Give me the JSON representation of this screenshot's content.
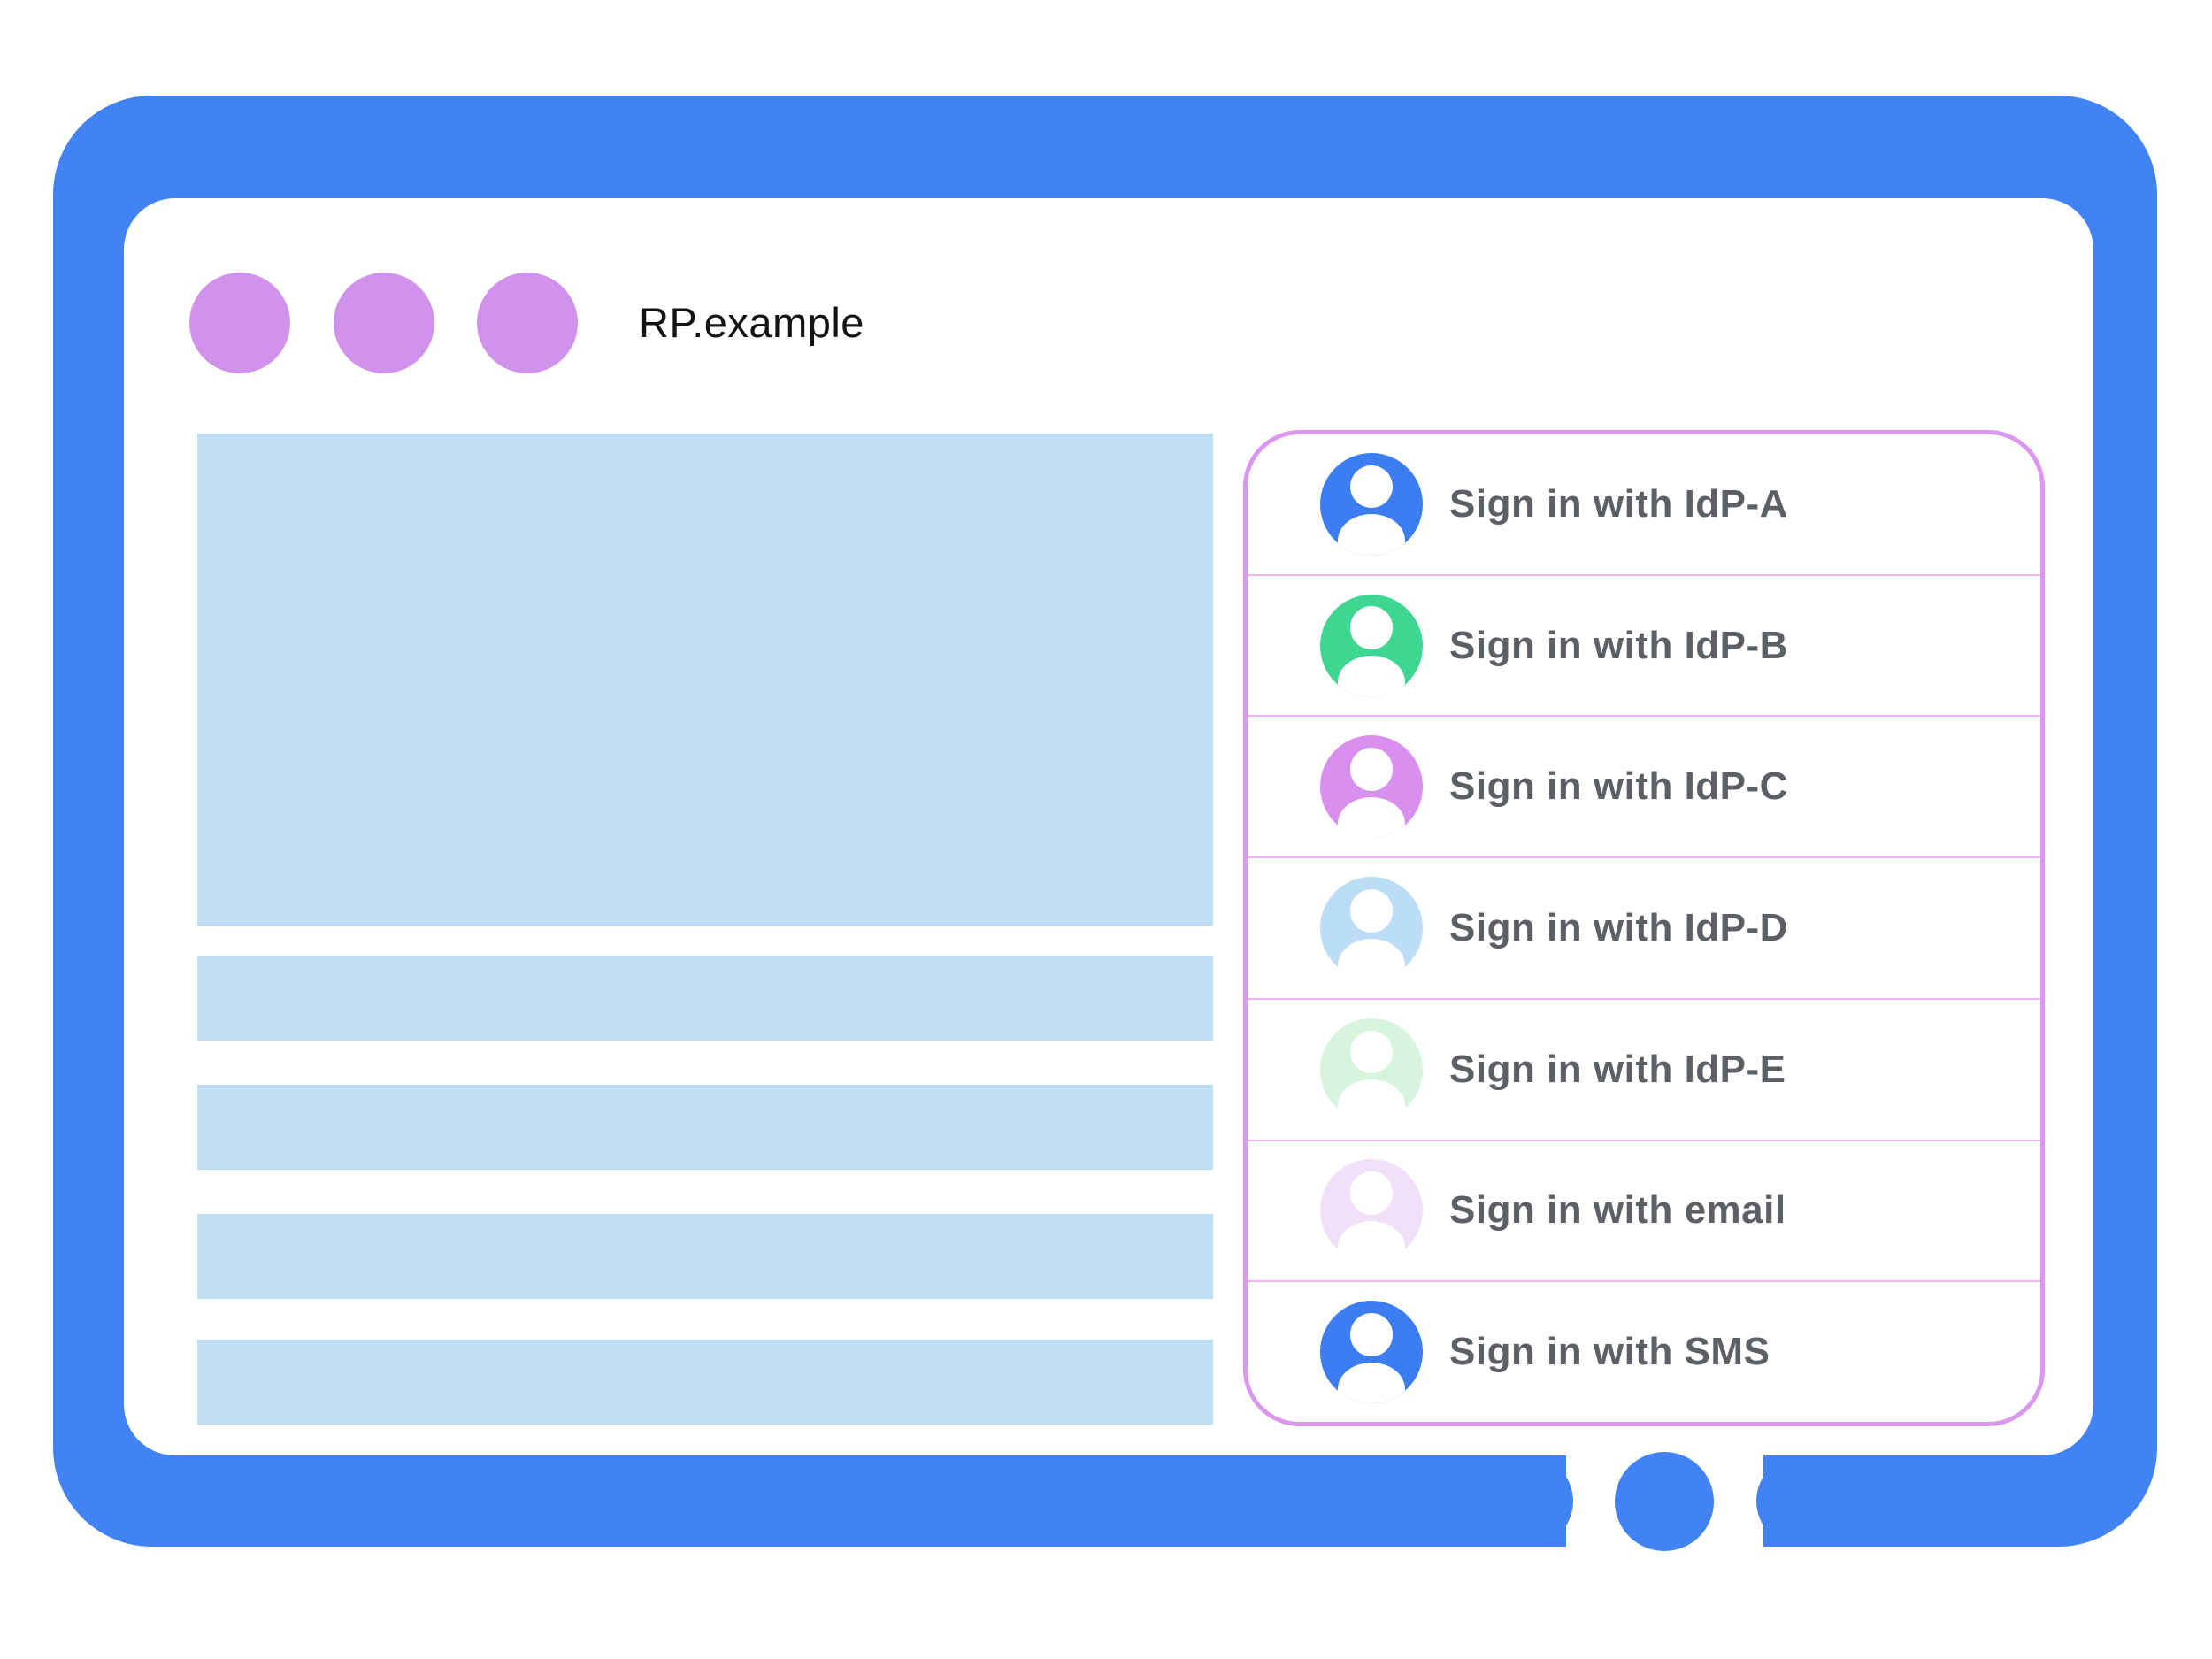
{
  "colors": {
    "frame_blue": "#4283F4",
    "window_dot_purple": "#D192EB",
    "content_block_blue": "#BFDFF4",
    "panel_border": "#DB97EE",
    "panel_divider": "#EFB5F2",
    "label_gray": "#5C5F64",
    "title_black": "#131313"
  },
  "browser": {
    "title": "RP.example",
    "window_control_count": 3
  },
  "content_placeholders": {
    "hero_block": 1,
    "bar_count": 4
  },
  "signin_panel": {
    "options": [
      {
        "label": "Sign in with IdP-A",
        "icon": "person-icon",
        "avatar_color": "#3C7DF1"
      },
      {
        "label": "Sign in with IdP-B",
        "icon": "person-icon",
        "avatar_color": "#3FD692"
      },
      {
        "label": "Sign in with IdP-C",
        "icon": "person-icon",
        "avatar_color": "#D88FF0"
      },
      {
        "label": "Sign in with IdP-D",
        "icon": "person-icon",
        "avatar_color": "#BCDDF6"
      },
      {
        "label": "Sign in with IdP-E",
        "icon": "person-icon",
        "avatar_color": "#D7F4DF"
      },
      {
        "label": "Sign in with email",
        "icon": "person-icon",
        "avatar_color": "#F0E0F8"
      },
      {
        "label": "Sign in with SMS",
        "icon": "person-icon",
        "avatar_color": "#3C7DF1"
      }
    ]
  },
  "device": {
    "home_button": "home-button"
  }
}
